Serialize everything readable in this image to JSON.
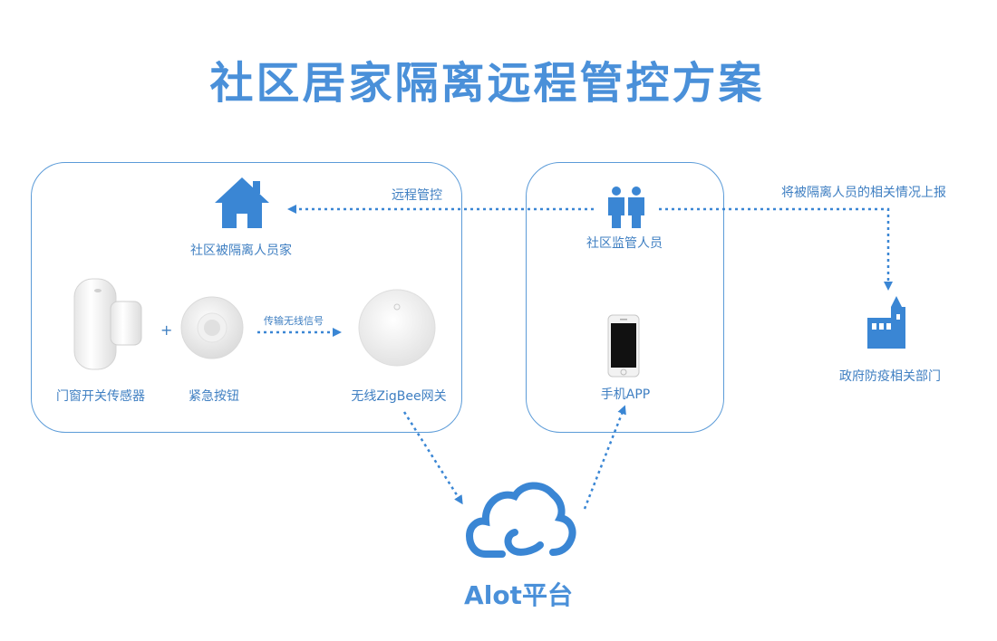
{
  "title": "社区居家隔离远程管控方案",
  "labels": {
    "remote_control": "远程管控",
    "home": "社区被隔离人员家",
    "door_sensor": "门窗开关传感器",
    "plus": "+",
    "emergency_button": "紧急按钮",
    "transmit": "传输无线信号",
    "gateway": "无线ZigBee网关",
    "supervisor": "社区监管人员",
    "phone_app": "手机APP",
    "report": "将被隔离人员的相关情况上报",
    "government": "政府防疫相关部门",
    "platform": "Alot平台"
  },
  "colors": {
    "accent": "#4a90d9",
    "line": "#3a86d4",
    "panel_border": "#5b9bd8",
    "text": "#3f7fc2"
  },
  "icons": [
    "house-icon",
    "people-icon",
    "government-building-icon",
    "cloud-icon",
    "phone-icon",
    "door-sensor-device",
    "emergency-button-device",
    "zigbee-gateway-device"
  ]
}
